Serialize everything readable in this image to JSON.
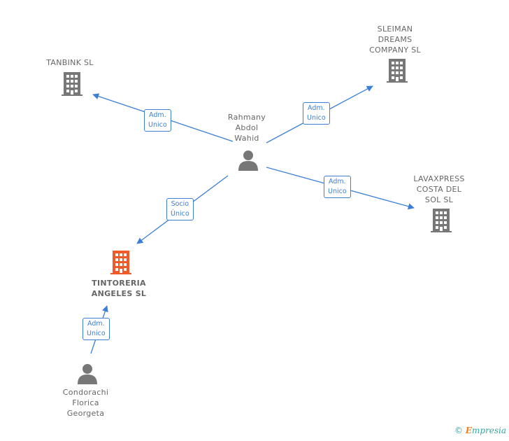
{
  "colors": {
    "edge": "#3b7fd6",
    "company_icon": "#777777",
    "main_company_icon": "#f05a2a",
    "person_icon": "#777777"
  },
  "nodes": {
    "rahmany": {
      "label": "Rahmany\nAbdol\nWahid",
      "type": "person",
      "icon": "person-icon"
    },
    "tanbink": {
      "label": "TANBINK SL",
      "type": "company",
      "icon": "building-icon"
    },
    "sleiman": {
      "label": "SLEIMAN\nDREAMS\nCOMPANY SL",
      "type": "company",
      "icon": "building-icon"
    },
    "lavaxpress": {
      "label": "LAVAXPRESS\nCOSTA DEL\nSOL SL",
      "type": "company",
      "icon": "building-icon"
    },
    "tintoreria": {
      "label": "TINTORERIA\nANGELES SL",
      "type": "company-main",
      "icon": "building-icon"
    },
    "condorachi": {
      "label": "Condorachi\nFlorica\nGeorgeta",
      "type": "person",
      "icon": "person-icon"
    }
  },
  "edges": [
    {
      "from": "rahmany",
      "to": "tanbink",
      "label": "Adm.\nUnico"
    },
    {
      "from": "rahmany",
      "to": "sleiman",
      "label": "Adm.\nUnico"
    },
    {
      "from": "rahmany",
      "to": "lavaxpress",
      "label": "Adm.\nUnico"
    },
    {
      "from": "rahmany",
      "to": "tintoreria",
      "label": "Socio\nÚnico"
    },
    {
      "from": "condorachi",
      "to": "tintoreria",
      "label": "Adm.\nUnico"
    }
  ],
  "watermark": {
    "copyright": "©",
    "brand_first": "E",
    "brand_rest": "mpresia"
  }
}
